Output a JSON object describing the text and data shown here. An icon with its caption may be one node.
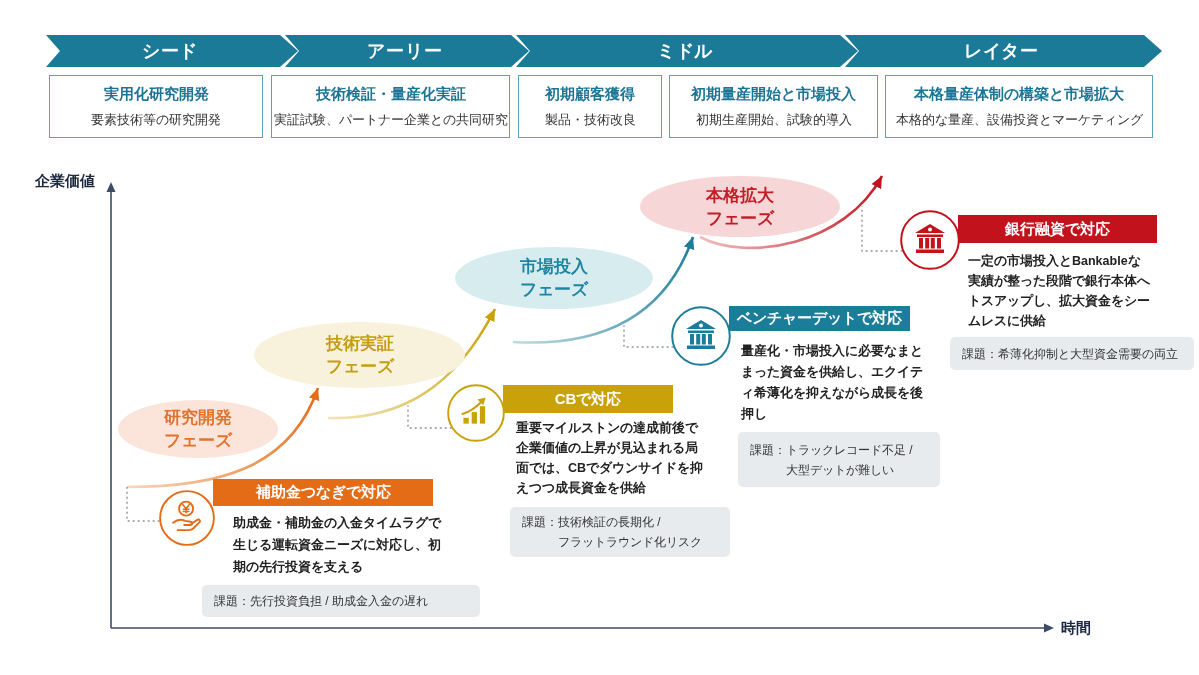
{
  "diagram": {
    "nodes": [
      {
        "text": [
          "シード"
        ]
      },
      {
        "text": [
          "アーリー"
        ]
      },
      {
        "text": [
          "ミドル"
        ]
      },
      {
        "text": [
          "レイター"
        ]
      },
      {
        "text": [
          "実用化研究開発",
          "要素技術等の研究開発"
        ]
      },
      {
        "text": [
          "技術検証・量産化実証",
          "実証試験、パートナー企業との共同研究"
        ]
      },
      {
        "text": [
          "初期顧客獲得",
          "製品・技術改良"
        ]
      },
      {
        "text": [
          "初期量産開始と市場投入",
          "初期生産開始、試験的導入"
        ]
      },
      {
        "text": [
          "本格量産体制の構築と市場拡大",
          "本格的な量産、設備投資とマーケティング"
        ]
      },
      {
        "text": [
          "研究開発フェーズ"
        ]
      },
      {
        "text": [],
        "shape": "circle"
      },
      {
        "text": [
          "補助金つなぎで対応"
        ],
        "beside": [
          "助成金・補助金の入金タイムラグで生じる運転資金ニーズに対応し、初期の先行投資を支える"
        ]
      },
      {
        "text": [
          "課題：先行投資負担 / 助成金入金の遅れ"
        ]
      },
      {
        "text": [
          "技術実証フェーズ"
        ]
      },
      {
        "text": [],
        "shape": "circle"
      },
      {
        "text": [
          "CBで対応"
        ],
        "beside": [
          "重要マイルストンの達成前後で企業価値の上昇が見込まれる局面では、CBでダウンサイドを抑えつつ成長資金を供給"
        ]
      },
      {
        "text": [
          "課題：技術検証の長期化 / フラットラウンド化リスク"
        ]
      },
      {
        "text": [
          "市場投入フェーズ"
        ]
      },
      {
        "text": [],
        "shape": "circle"
      },
      {
        "text": [
          "ベンチャーデットで対応"
        ],
        "beside": [
          "量産化・市場投入に必要なまとまった資金を供給し、エクイティ希薄化を抑えながら成長を後押し"
        ]
      },
      {
        "text": [
          "課題：トラックレコード不足 / 大型デットが難しい"
        ]
      },
      {
        "text": [
          "本格拡大フェーズ"
        ]
      },
      {
        "text": [],
        "shape": "circle"
      },
      {
        "text": [
          "銀行融資で対応"
        ],
        "beside": [
          "一定の市場投入とBankableな実績が整った段階で銀行本体へトスアップし、拡大資金をシームレスに供給"
        ]
      },
      {
        "text": [
          "課題：希薄化抑制と大型資金需要の両立"
        ]
      }
    ],
    "edges": [
      {
        "from": null,
        "to": 13,
        "arrow": "to",
        "color": "#e46c16"
      },
      {
        "from": null,
        "to": 17,
        "arrow": "to",
        "color": "#c9a20a"
      },
      {
        "from": null,
        "to": 21,
        "arrow": "to",
        "color": "#1b7d99"
      },
      {
        "from": 21,
        "to": null,
        "arrow": "to",
        "color": "#c2121c"
      },
      {
        "from": 10,
        "to": null,
        "arrow": "none",
        "style": "dashed"
      },
      {
        "from": 14,
        "to": null,
        "arrow": "none",
        "style": "dashed"
      },
      {
        "from": 18,
        "to": null,
        "arrow": "none",
        "style": "dashed"
      },
      {
        "from": 22,
        "to": null,
        "arrow": "none",
        "style": "dashed"
      }
    ],
    "labels": [
      "企業価値",
      "時間"
    ]
  }
}
